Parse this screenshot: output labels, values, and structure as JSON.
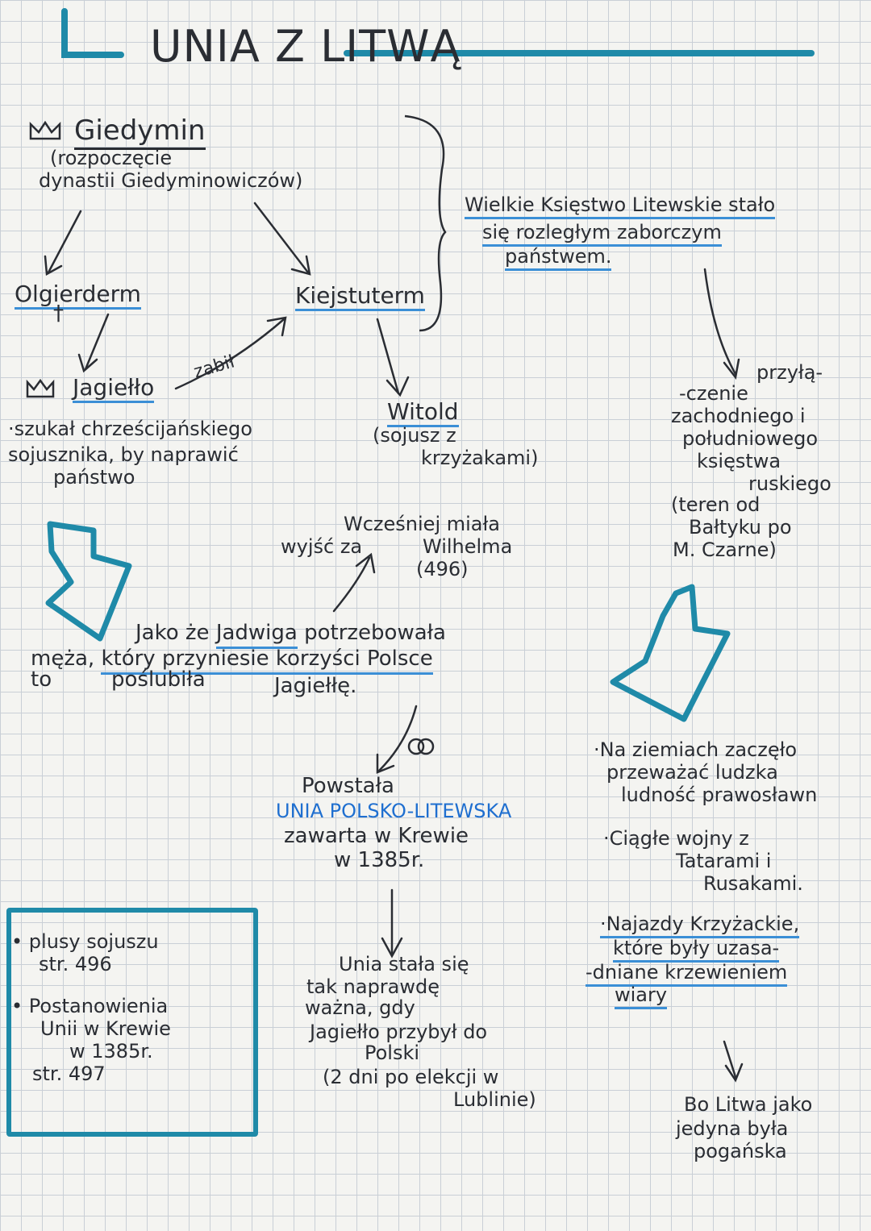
{
  "title": "UNIA Z LITWĄ",
  "tree": {
    "giedymin": "Giedymin",
    "giedymin_note": [
      "(rozpoczęcie",
      "dynastii Giedyminowiczów)"
    ],
    "olgierd": "Olgierderm",
    "kiejstut": "Kiejstuterm",
    "jagiello": "Jagiełło",
    "zabil": "zabił",
    "witold": "Witold",
    "witold_note": [
      "(sojusz z",
      "krzyżakami)"
    ],
    "jagiello_note": [
      "·szukał chrześcijańskiego",
      "sojusznika, by naprawić",
      "państwo"
    ]
  },
  "wielkie": [
    "Wielkie Księstwo Litewskie stało",
    "się rozległym zaborczym",
    "państwem."
  ],
  "przylaczenie": [
    "przyłą-",
    "-czenie",
    "zachodniego i",
    "południowego",
    "księstwa",
    "ruskiego",
    "(teren od",
    "Bałtyku po",
    "M. Czarne)"
  ],
  "wczesniej": [
    "Wcześniej miała",
    "wyjść za",
    "Wilhelma",
    "(496)"
  ],
  "jadwiga": {
    "line1_a": "Jako że ",
    "line1_b": "Jadwiga",
    "line1_c": " potrzebowała",
    "line2_a": "męża, ",
    "line2_b": "który przyniesie korzyści Polsce",
    "line3": [
      "to",
      "poślubiła",
      "Jagiełłę."
    ]
  },
  "powstala": {
    "line1": "Powstała",
    "line2": "UNIA POLSKO-LITEWSKA",
    "line3": "zawarta w Krewie",
    "line4": "w 1385r."
  },
  "right_bullets": {
    "b1": [
      "·Na ziemiach zaczęło",
      "przeważać ludzka",
      "ludność prawosławn"
    ],
    "b2": [
      "·Ciągłe wojny z",
      "Tatarami i",
      "Rusakami."
    ],
    "b3": [
      "·Najazdy Krzyżackie,",
      "które były uzasa-",
      "-dniane krzewieniem",
      "wiary"
    ]
  },
  "pogańska": [
    "Bo Litwa jako",
    "jedyna była",
    "pogańska"
  ],
  "box": {
    "item1": [
      "• plusy sojuszu",
      "str. 496"
    ],
    "item2": [
      "• Postanowienia",
      "Unii w Krewie",
      "w 1385r.",
      "str. 497"
    ]
  },
  "unia_wazna": [
    "Unia stała się",
    "tak naprawdę",
    "ważna, gdy",
    "Jagiełło przybył do",
    "Polski",
    "(2 dni po elekcji w",
    "Lublinie)"
  ],
  "colors": {
    "accent": "#1f8aa8",
    "underline": "#3b8fd6",
    "ink": "#2a2d33",
    "unia": "#1f6fd0"
  }
}
